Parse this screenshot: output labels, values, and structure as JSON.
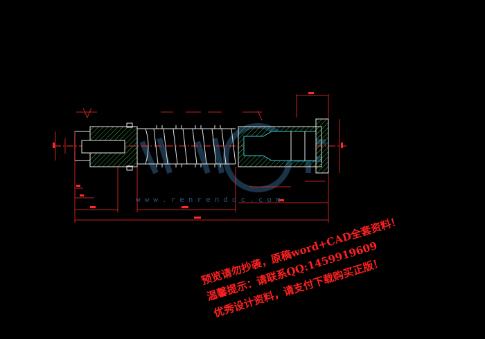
{
  "watermark": {
    "url": "www.renrendoc.com",
    "logo_name": "renrendoc-logo",
    "color": "#2f5f86"
  },
  "notices": [
    "预览请勿抄袭，原稿word+CAD全套资料！",
    "温馨提示：请联系QQ:1459919609",
    "优秀设计资料，请支付下载购买正版！"
  ],
  "colors": {
    "background": "#000000",
    "outline": "#e8e8e8",
    "dimension": "#ff2a2a",
    "hatch": "#3cb043",
    "cyan_line": "#35c8d8",
    "notice_text": "#ff2020"
  }
}
